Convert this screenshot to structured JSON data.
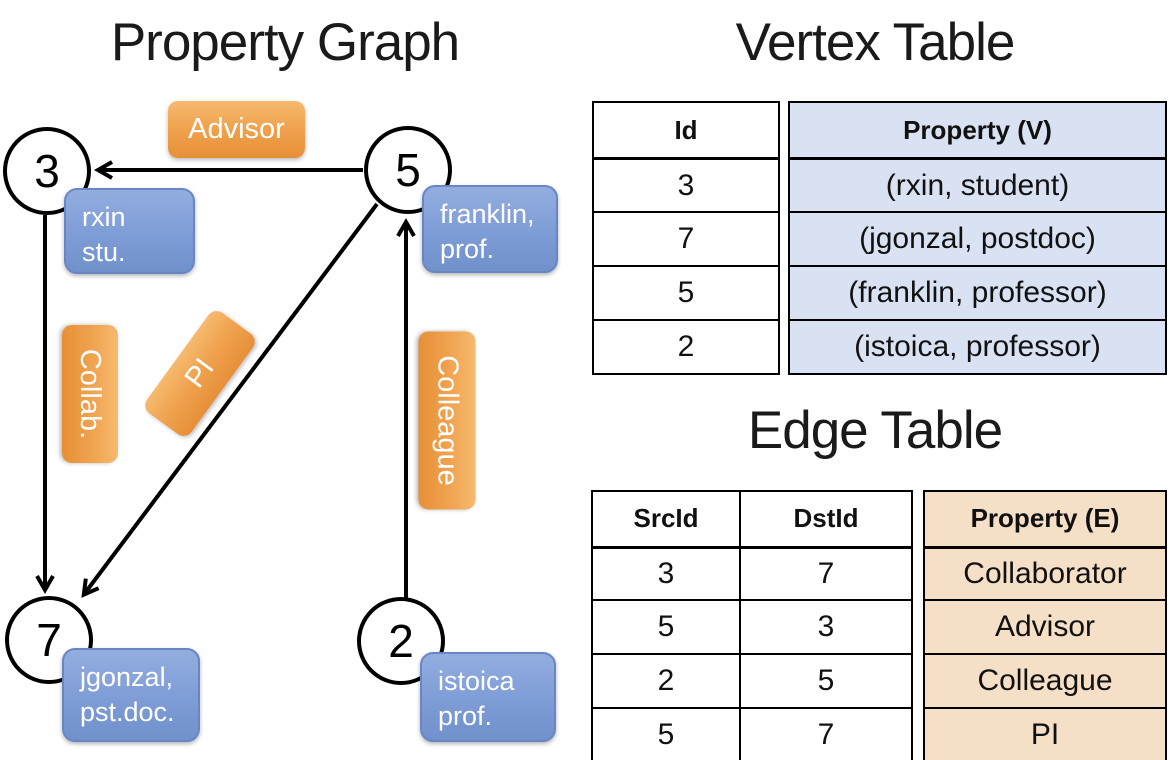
{
  "titles": {
    "graph": "Property Graph",
    "vertex_table": "Vertex Table",
    "edge_table": "Edge Table"
  },
  "graph": {
    "nodes": {
      "n3": {
        "id": "3",
        "prop_line1": "rxin",
        "prop_line2": "stu."
      },
      "n5": {
        "id": "5",
        "prop_line1": "franklin,",
        "prop_line2": "prof."
      },
      "n7": {
        "id": "7",
        "prop_line1": "jgonzal,",
        "prop_line2": "pst.doc."
      },
      "n2": {
        "id": "2",
        "prop_line1": "istoica",
        "prop_line2": "prof."
      }
    },
    "edge_labels": {
      "advisor": "Advisor",
      "collab": "Collab.",
      "pi": "PI",
      "colleague": "Colleague"
    }
  },
  "vertex_table": {
    "columns": {
      "id": "Id",
      "property": "Property (V)"
    },
    "rows": [
      {
        "id": "3",
        "property": "(rxin, student)"
      },
      {
        "id": "7",
        "property": "(jgonzal, postdoc)"
      },
      {
        "id": "5",
        "property": "(franklin, professor)"
      },
      {
        "id": "2",
        "property": "(istoica, professor)"
      }
    ]
  },
  "edge_table": {
    "columns": {
      "src": "SrcId",
      "dst": "DstId",
      "property": "Property (E)"
    },
    "rows": [
      {
        "src": "3",
        "dst": "7",
        "property": "Collaborator"
      },
      {
        "src": "5",
        "dst": "3",
        "property": "Advisor"
      },
      {
        "src": "2",
        "dst": "5",
        "property": "Colleague"
      },
      {
        "src": "5",
        "dst": "7",
        "property": "PI"
      }
    ]
  },
  "colors": {
    "vertex_property_fill": "#D9E2F3",
    "edge_property_fill": "#F5DFC6",
    "node_label_blue": "#7E9CD6",
    "edge_label_orange": "#EFA14D",
    "stroke": "#000000"
  }
}
